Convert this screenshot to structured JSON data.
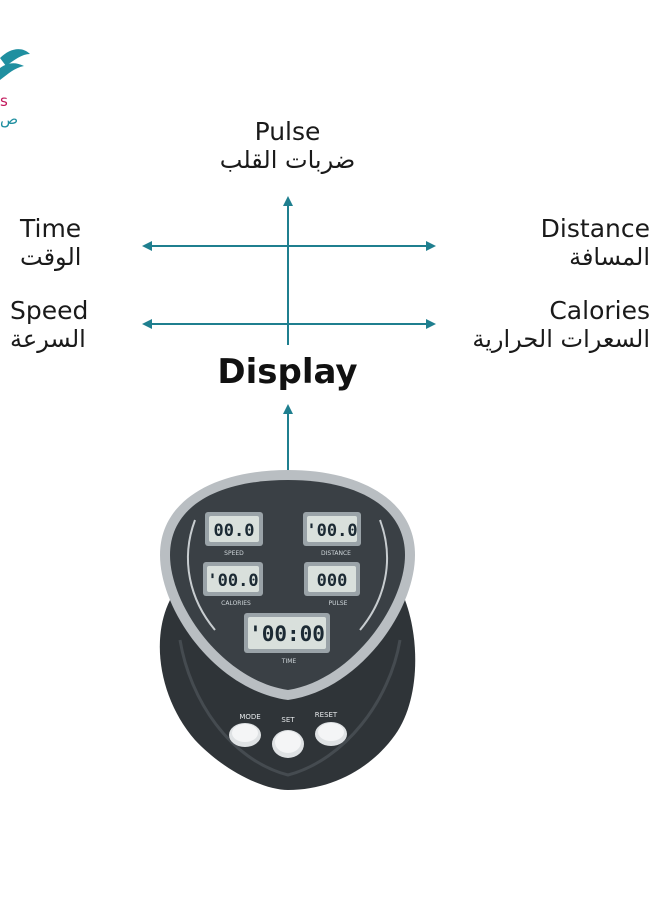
{
  "labels": {
    "pulse": {
      "en": "Pulse",
      "ar": "ضربات القلب"
    },
    "time": {
      "en": "Time",
      "ar": "الوقت"
    },
    "distance": {
      "en": "Distance",
      "ar": "المسافة"
    },
    "speed": {
      "en": "Speed",
      "ar": "السرعة"
    },
    "calories": {
      "en": "Calories",
      "ar": "السعرات الحرارية"
    },
    "display": "Display"
  },
  "console": {
    "screens": {
      "speed": {
        "value": "00.0",
        "caption": "SPEED"
      },
      "distance": {
        "value": "'00.0",
        "caption": "DISTANCE"
      },
      "calories": {
        "value": "'00.0",
        "caption": "CALORIES"
      },
      "pulse": {
        "value": "000",
        "caption": "PULSE"
      },
      "time": {
        "value": "'00:00",
        "caption": "TIME"
      }
    },
    "buttons": {
      "mode": "MODE",
      "set": "SET",
      "reset": "RESET"
    }
  },
  "colors": {
    "arrow": "#1f7f8f",
    "logo": "#1f8fa0",
    "logo_accent": "#c2185b",
    "console_body": "#2f3438",
    "bezel": "#b9bec2"
  }
}
